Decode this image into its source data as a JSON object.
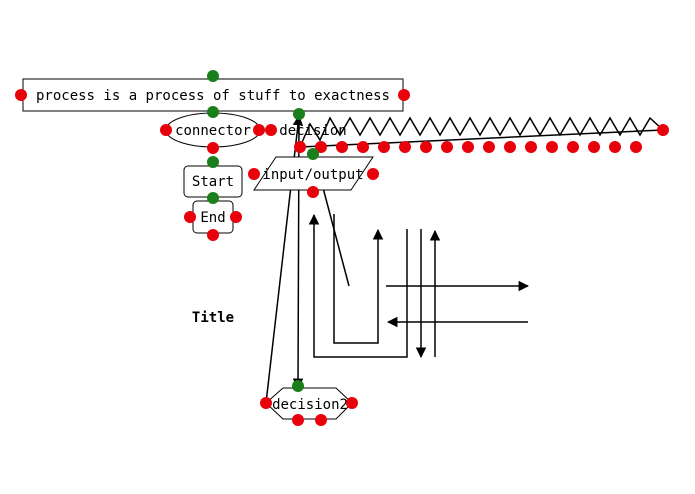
{
  "diagram": {
    "title": "Title",
    "nodes": {
      "process": {
        "label": "process is a process of stuff to exactness"
      },
      "connector": {
        "label": "connector"
      },
      "decision": {
        "label": "decision"
      },
      "start": {
        "label": "Start"
      },
      "io": {
        "label": "input/output"
      },
      "end": {
        "label": "End"
      },
      "decision2": {
        "label": "decision2"
      }
    }
  },
  "colors": {
    "port_red": "#e8000b",
    "port_green": "#1a7f1a",
    "stroke": "#000000",
    "background": "#ffffff"
  }
}
